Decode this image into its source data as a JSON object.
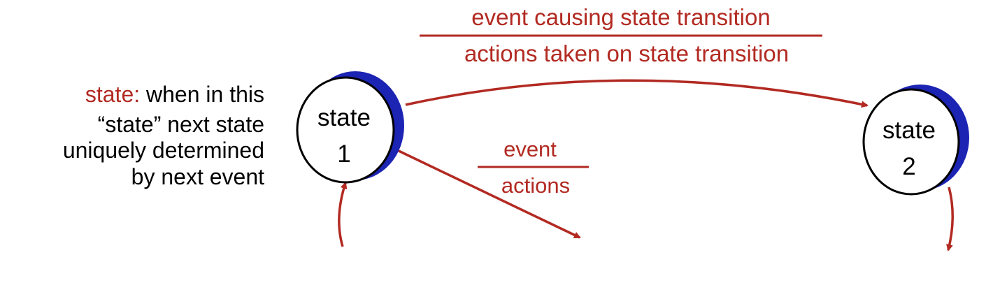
{
  "colors": {
    "accent_red": "#b22a22",
    "shadow_blue": "#1c24b4",
    "text_black": "#000000"
  },
  "legend": {
    "state_prefix": "state:",
    "line1_rest": " when in this",
    "line2": "“state” next state",
    "line3": "uniquely determined",
    "line4": "by next event"
  },
  "transition_label": {
    "event": "event causing state transition",
    "actions": "actions taken on state transition"
  },
  "small_label": {
    "event": "event",
    "actions": "actions"
  },
  "states": [
    {
      "word": "state",
      "number": "1"
    },
    {
      "word": "state",
      "number": "2"
    }
  ]
}
